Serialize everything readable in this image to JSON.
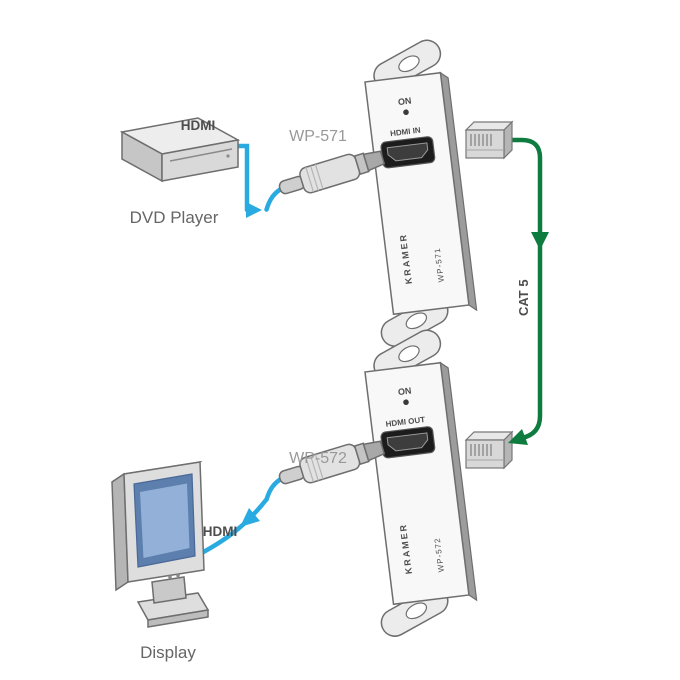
{
  "diagram": {
    "source_device": {
      "label": "DVD Player",
      "cable_label": "HDMI"
    },
    "transmitter": {
      "callout": "WP-571",
      "on_label": "ON",
      "port_label": "HDMI IN",
      "brand": "KRAMER",
      "model": "WP-571"
    },
    "link": {
      "cable_label": "CAT 5"
    },
    "receiver": {
      "callout": "WP-572",
      "on_label": "ON",
      "port_label": "HDMI OUT",
      "brand": "KRAMER",
      "model": "WP-572"
    },
    "sink_device": {
      "label": "Display",
      "cable_label": "HDMI"
    },
    "colors": {
      "hdmi_cable": "#29abe2",
      "cat5_cable": "#0e7c3f",
      "screen": "#5c7fae",
      "screen_light": "#93b1d8",
      "text": "#4d4d4d",
      "device_text": "#666666",
      "callout_text": "#999999"
    }
  }
}
